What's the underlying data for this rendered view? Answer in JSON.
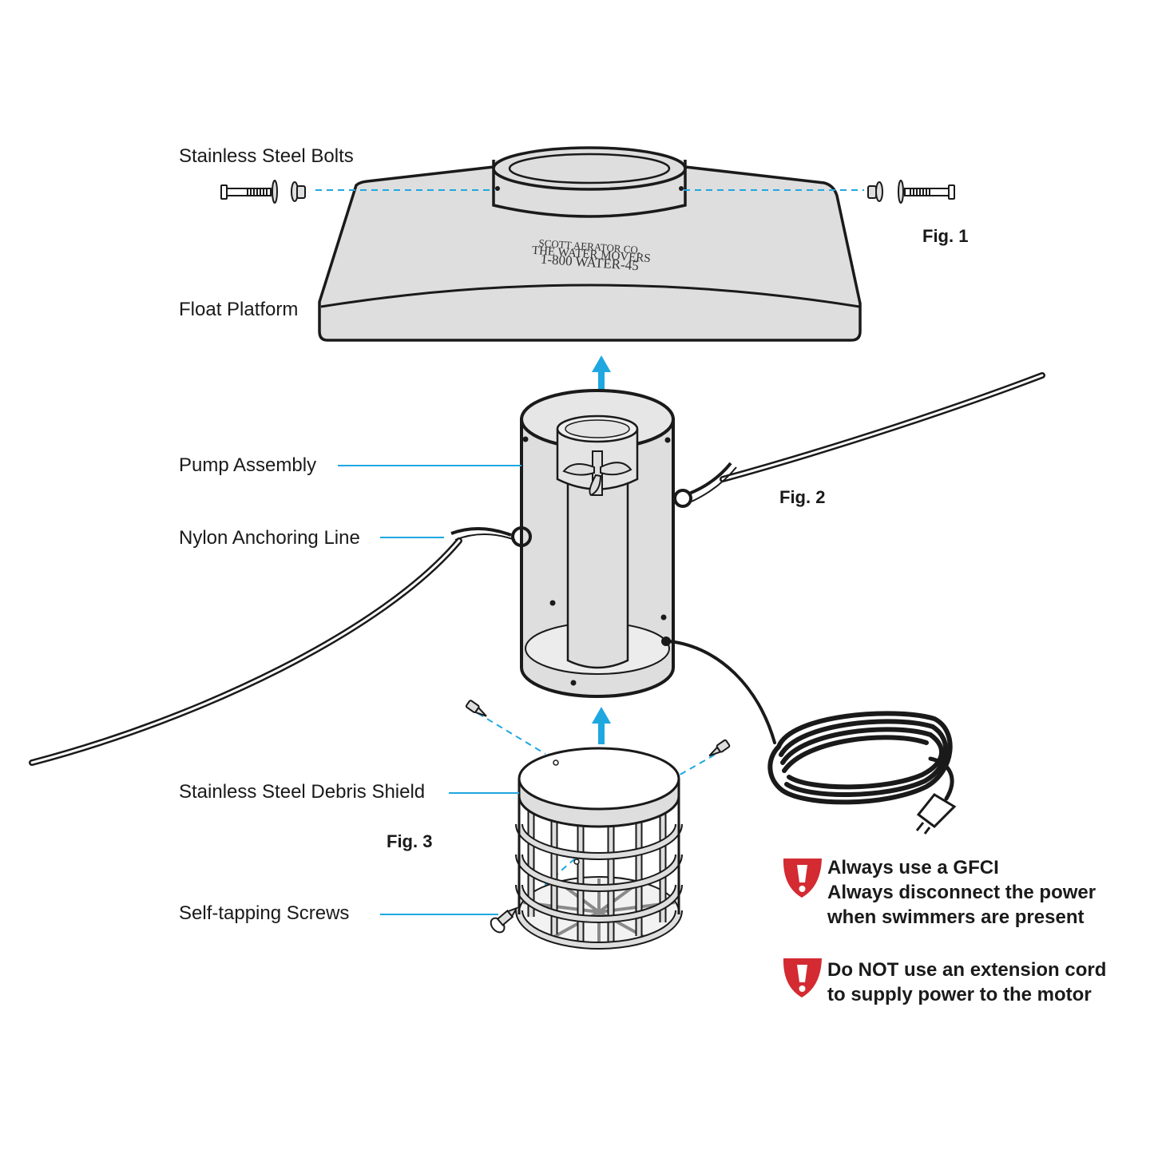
{
  "labels": {
    "bolts": "Stainless Steel Bolts",
    "float": "Float Platform",
    "pump": "Pump Assembly",
    "line": "Nylon Anchoring Line",
    "shield": "Stainless Steel Debris Shield",
    "screws": "Self-tapping Screws"
  },
  "figures": {
    "fig1": "Fig. 1",
    "fig2": "Fig. 2",
    "fig3": "Fig. 3"
  },
  "platform_text": [
    "SCOTT AERATOR CO.",
    "THE WATER MOVERS",
    "1-800 WATER-45"
  ],
  "warnings": [
    {
      "lines": [
        "Always use a GFCI",
        "Always disconnect the power",
        "when swimmers are present"
      ]
    },
    {
      "lines": [
        "Do NOT use an extension cord",
        "to supply power to the motor"
      ]
    }
  ],
  "colors": {
    "accent": "#1fa7e0",
    "warning": "#d42a32",
    "fill": "#dcdcdc",
    "stroke": "#1a1a1a"
  }
}
